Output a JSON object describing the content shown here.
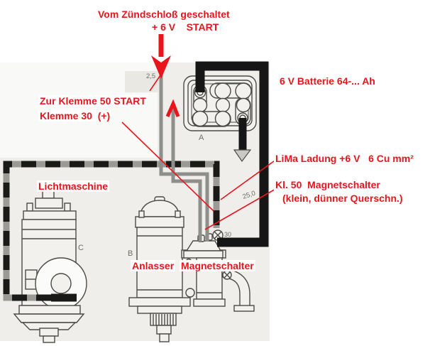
{
  "figure": {
    "annotations": {
      "ignition_line1": "Vom Zündschloß geschaltet",
      "ignition_line2": "+ 6 V    START",
      "klemme_line1": "Zur Klemme 50 START",
      "klemme_line2": "Klemme 30  (+)",
      "battery_label": "6 V Batterie 64-... Ah",
      "lima_label": "LiMa Ladung +6 V   6 Cu mm²",
      "kl50_line1": "Kl. 50  Magnetschalter",
      "kl50_line2": "(klein, dünner Querschn.)",
      "generator_label": "Lichtmaschine",
      "starter_label": "Anlasser",
      "solenoid_label": "Magnetschalter"
    },
    "part_letters": {
      "battery": "A",
      "starter": "B",
      "generator": "C"
    },
    "wire_gauges": {
      "ignition_wire": "2,5",
      "battery_cable": "25,0",
      "terminal": "30"
    },
    "colors": {
      "annotation_red": "#e8151d",
      "cable_black": "#161616",
      "wire_gray": "#8e8e8a",
      "paper": "#efeeea",
      "line_art": "#4b4a46"
    }
  }
}
